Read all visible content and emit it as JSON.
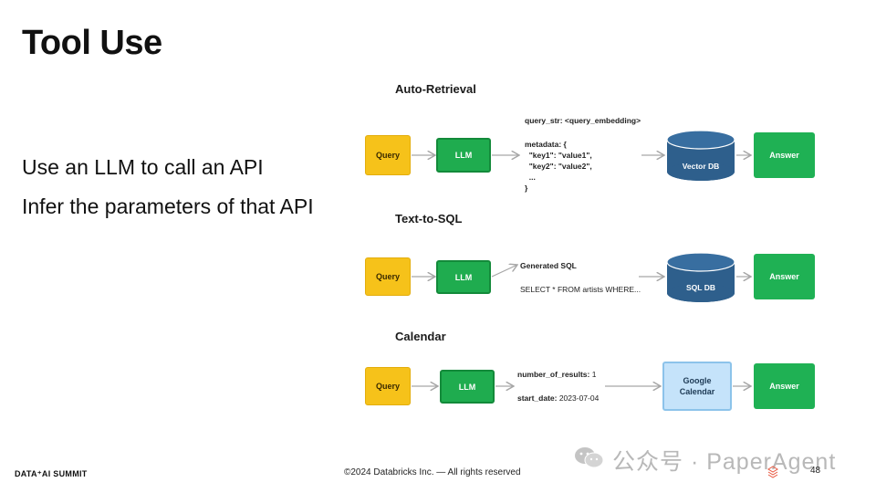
{
  "slide": {
    "title": "Tool Use",
    "bullets": [
      "Use an LLM to call an API",
      "Infer the parameters of that API"
    ]
  },
  "sections": {
    "auto_retrieval": {
      "title": "Auto-Retrieval",
      "query": "Query",
      "llm": "LLM",
      "code_line1": "query_str: <query_embedding>",
      "code_line2": "metadata: {",
      "code_line3": "  \"key1\": \"value1\",",
      "code_line4": "  \"key2\": \"value2\",",
      "code_line5": "  ...",
      "code_line6": "}",
      "db": "Vector DB",
      "answer": "Answer"
    },
    "text_to_sql": {
      "title": "Text-to-SQL",
      "query": "Query",
      "llm": "LLM",
      "generated_label": "Generated SQL",
      "sql": "SELECT * FROM artists WHERE...",
      "db": "SQL DB",
      "answer": "Answer"
    },
    "calendar": {
      "title": "Calendar",
      "query": "Query",
      "llm": "LLM",
      "param1_key": "number_of_results:",
      "param1_val": " 1",
      "param2_key": "start_date:",
      "param2_val": " 2023-07-04",
      "tool_line1": "Google",
      "tool_line2": "Calendar",
      "answer": "Answer"
    }
  },
  "footer": {
    "brand": "DATA⁺AI SUMMIT",
    "copyright": "©2024 Databricks Inc. — All rights reserved",
    "page": "48",
    "watermark": "公众号 · PaperAgent"
  },
  "colors": {
    "query": "#f6c21a",
    "llm": "#1fac4f",
    "answer": "#1fb154",
    "db": "#2e5f8c",
    "google_calendar": "#c5e3fa",
    "arrow": "#a6a6a6"
  }
}
